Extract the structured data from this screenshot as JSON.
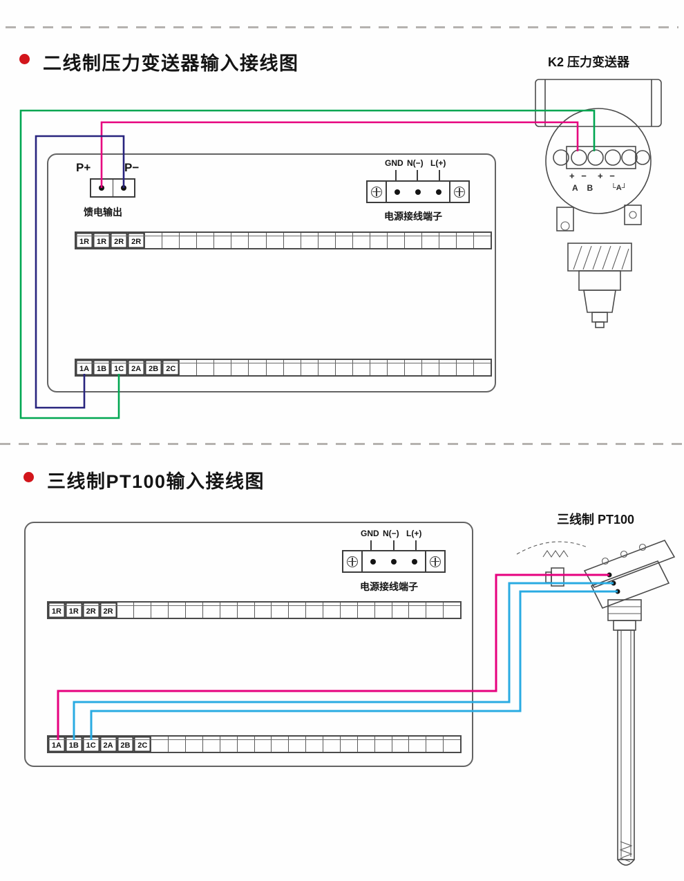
{
  "colors": {
    "green": "#00a651",
    "magenta": "#e6007e",
    "navy": "#28247e",
    "cyan": "#29abe2",
    "bullet_red": "#d2151b",
    "line_gray": "#4a4a4a"
  },
  "section1": {
    "title": "二线制压力变送器输入接线图",
    "device_label": "K2  压力变送器",
    "feed": {
      "p_plus": "P+",
      "p_minus": "P−",
      "caption": "馈电输出"
    },
    "power": {
      "labels": [
        "GND",
        "N(−)",
        "L(+)"
      ],
      "caption": "电源接线端子"
    },
    "transmitter_marks": {
      "signs": "+ −  + −",
      "ab": "A B",
      "bracket": "└A┘"
    },
    "strip_top_cells": [
      "1R",
      "1R",
      "2R",
      "2R",
      "",
      "",
      "",
      "",
      "",
      "",
      "",
      "",
      "",
      "",
      "",
      "",
      "",
      "",
      "",
      "",
      "",
      "",
      "",
      ""
    ],
    "strip_bottom_cells": [
      "1A",
      "1B",
      "1C",
      "2A",
      "2B",
      "2C",
      "",
      "",
      "",
      "",
      "",
      "",
      "",
      "",
      "",
      "",
      "",
      "",
      "",
      "",
      "",
      "",
      "",
      ""
    ]
  },
  "section2": {
    "title": "三线制PT100输入接线图",
    "device_label": "三线制  PT100",
    "power": {
      "labels": [
        "GND",
        "N(−)",
        "L(+)"
      ],
      "caption": "电源接线端子"
    },
    "strip_top_cells": [
      "1R",
      "1R",
      "2R",
      "2R",
      "",
      "",
      "",
      "",
      "",
      "",
      "",
      "",
      "",
      "",
      "",
      "",
      "",
      "",
      "",
      "",
      "",
      "",
      "",
      ""
    ],
    "strip_bottom_cells": [
      "1A",
      "1B",
      "1C",
      "2A",
      "2B",
      "2C",
      "",
      "",
      "",
      "",
      "",
      "",
      "",
      "",
      "",
      "",
      "",
      "",
      "",
      "",
      "",
      "",
      "",
      ""
    ]
  }
}
